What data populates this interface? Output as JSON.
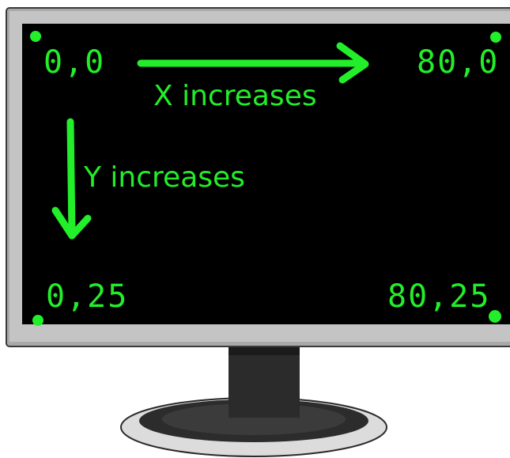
{
  "colors": {
    "screen": "#000000",
    "bezel": "#bfbfbf",
    "glow": "#22ee2a",
    "stand": "#444444"
  },
  "labels": {
    "top_left": "0,0",
    "top_right": "80,0",
    "bottom_left": "0,25",
    "bottom_right": "80,25",
    "x_axis": "X increases",
    "y_axis": "Y increases"
  }
}
